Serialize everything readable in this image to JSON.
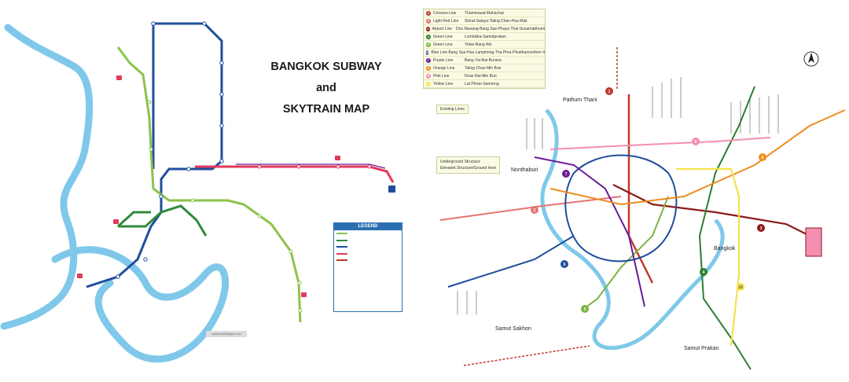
{
  "left_map": {
    "title_line1": "BANGKOK SUBWAY",
    "title_line2": "and",
    "title_line3": "SKYTRAIN MAP",
    "legend_title": "LEGEND",
    "legend_colors": [
      "#8bc34a",
      "#2e8b3a",
      "#1f4e9c",
      "#e13a5b",
      "#c0392b"
    ],
    "website": "ontheroadbangkok.com"
  },
  "right_map": {
    "legend": [
      {
        "num": "1",
        "name": "Crimson Line",
        "route": "Thammasat-Mahachai",
        "color": "#c0392b"
      },
      {
        "num": "2",
        "name": "Light Red Line",
        "route": "Sirirat-Salaya-Taling Chan-Hua Mak",
        "color": "#e57373"
      },
      {
        "num": "3",
        "name": "Airport Line",
        "route": "Don Mueang-Bang Sue-Phaya Thai-Suvarnabhumi",
        "color": "#8b1a1a"
      },
      {
        "num": "4",
        "name": "Green Line",
        "route": "Lumlukka-Samutprakan",
        "color": "#2e7d32"
      },
      {
        "num": "5",
        "name": "Green Line",
        "route": "Yotse-Bang Wa",
        "color": "#7cb342"
      },
      {
        "num": "6",
        "name": "Blue Line",
        "route": "Bang Sue-Hua Lamphong-Tha Phra-Phutthamonthon 4",
        "color": "#1f4e9c"
      },
      {
        "num": "7",
        "name": "Purple Line",
        "route": "Bang Yai-Rat Burana",
        "color": "#6a1b9a"
      },
      {
        "num": "8",
        "name": "Orange Line",
        "route": "Taling Chan-Min Buri",
        "color": "#ef8c1f"
      },
      {
        "num": "9",
        "name": "Pink Line",
        "route": "Khae Rai-Min Buri",
        "color": "#f48fb1"
      },
      {
        "num": "10",
        "name": "Yellow Line",
        "route": "Lat Phrao-Samrong",
        "color": "#f3e24a"
      }
    ],
    "existing_lines": "Existing Lines",
    "underground": "Underground Structure",
    "elevated": "Elevated Structure/Ground level",
    "places": {
      "pathum_thani": "Pathum Thani",
      "nonthaburi": "Nonthaburi",
      "bangkok": "Bangkok",
      "samut_sakhon": "Samut Sakhon",
      "samut_prakan": "Samut Prakan"
    }
  }
}
